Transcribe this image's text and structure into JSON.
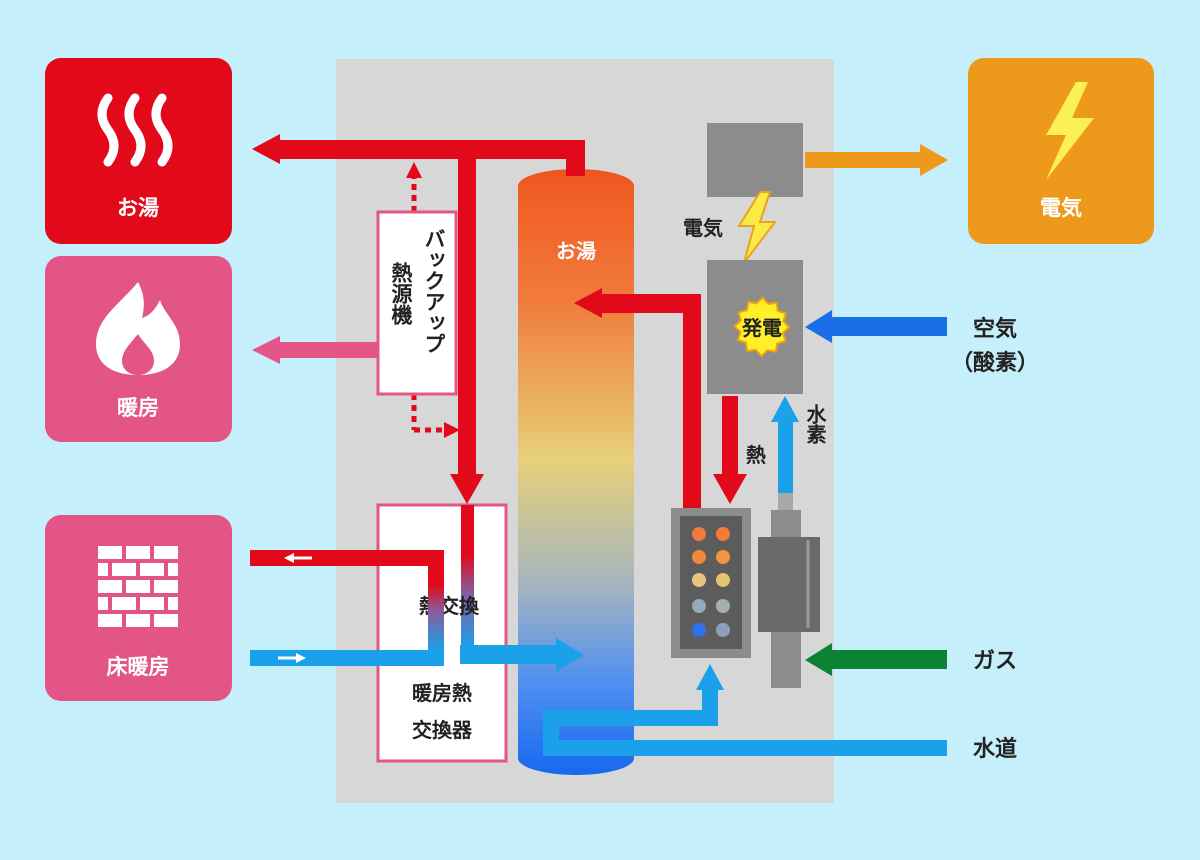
{
  "outputs": {
    "hot_water": {
      "label": "お湯"
    },
    "heating": {
      "label": "暖房"
    },
    "floor_heating": {
      "label": "床暖房"
    },
    "electricity": {
      "label": "電気"
    }
  },
  "inputs": {
    "air": {
      "label_line1": "空気",
      "label_line2": "（酸素）"
    },
    "gas": {
      "label": "ガス"
    },
    "water": {
      "label": "水道"
    }
  },
  "unit": {
    "tank_label": "お湯",
    "backup_label_col1": "バックアップ",
    "backup_label_col2": "熱源機",
    "heat_exchange_label": "熱交換",
    "heating_exchanger_line1": "暖房熱",
    "heating_exchanger_line2": "交換器",
    "generation_label": "発電",
    "electricity_label": "電気",
    "heat_label": "熱",
    "hydrogen_label": "水素"
  },
  "colors": {
    "background": "#c5f0fb",
    "unit_panel": "#d7d7d7",
    "red": "#e2091a",
    "pink": "#e25586",
    "orange": "#ed9a1c",
    "blue": "#1ba1ea",
    "dark_blue": "#1a6ee6",
    "green": "#0c8235",
    "gray": "#8c8c8c"
  }
}
